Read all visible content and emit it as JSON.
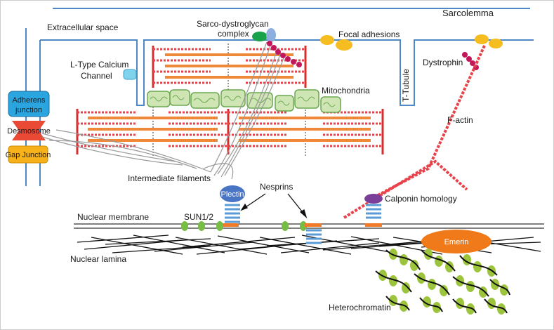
{
  "labels": {
    "sarcolemma": "Sarcolemma",
    "extracellular_space": "Extracellular space",
    "sarco_dystroglycan_line1": "Sarco-dystroglycan",
    "sarco_dystroglycan_line2": "complex",
    "focal_adhesions": "Focal adhesions",
    "l_type_line1": "L-Type Calcium",
    "l_type_line2": "Channel",
    "adherens_line1": "Adherens",
    "adherens_line2": "junction",
    "desmosome": "Desmosome",
    "gap_junction": "Gap Junction",
    "mitochondria": "Mitochondria",
    "t_tubule": "T-Tubule",
    "dystrophin": "Dystrophin",
    "f_actin": "F-actin",
    "intermediate_filaments": "Intermediate filaments",
    "plectin": "Plectin",
    "nesprins": "Nesprins",
    "calponin_homology": "Calponin homology",
    "nuclear_membrane": "Nuclear membrane",
    "sun12": "SUN1/2",
    "nuclear_lamina": "Nuclear lamina",
    "emerin": "Emerin",
    "heterochromatin": "Heterochromatin"
  },
  "colors": {
    "membrane": "#4f88c6",
    "actin": "#e8434b",
    "myosin": "#f0883a",
    "mitochondria_fill": "#cfe6b4",
    "mitochondria_stroke": "#6aa84f",
    "adherens": "#2aa5e0",
    "desmosome": "#ea4a35",
    "gap_junction": "#f7b21b",
    "focal_adhesion": "#f5bd1f",
    "dystrophin": "#c2185b",
    "plectin": "#4a74c4",
    "nesprin_coil": "#5b9bd5",
    "nesprin_bar": "#f07a28",
    "sun": "#77bd44",
    "calponin": "#7b3f99",
    "emerin": "#f07a1a",
    "chromatin_bead": "#9cc43c",
    "lamina": "#111111",
    "filament": "#999999"
  }
}
